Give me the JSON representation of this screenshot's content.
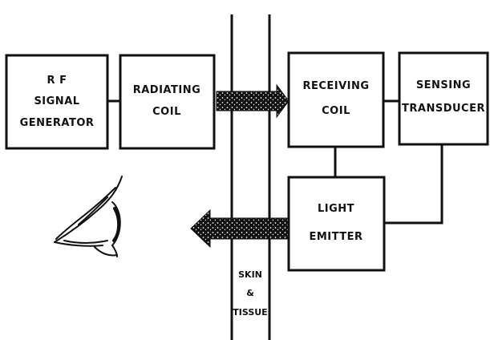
{
  "blocks": {
    "rf_generator": [
      "R F",
      "SIGNAL",
      "GENERATOR"
    ],
    "radiating_coil": [
      "RADIATING",
      "COIL"
    ],
    "receiving_coil": [
      "RECEIVING",
      "COIL"
    ],
    "sensing_transducer": [
      "SENSING",
      "TRANSDUCER"
    ],
    "light_emitter": [
      "LIGHT",
      "EMITTER"
    ]
  },
  "skin_label": [
    "SKIN",
    "&",
    "TISSUE"
  ],
  "colors": {
    "ink": "#111111",
    "background": "#ffffff"
  }
}
